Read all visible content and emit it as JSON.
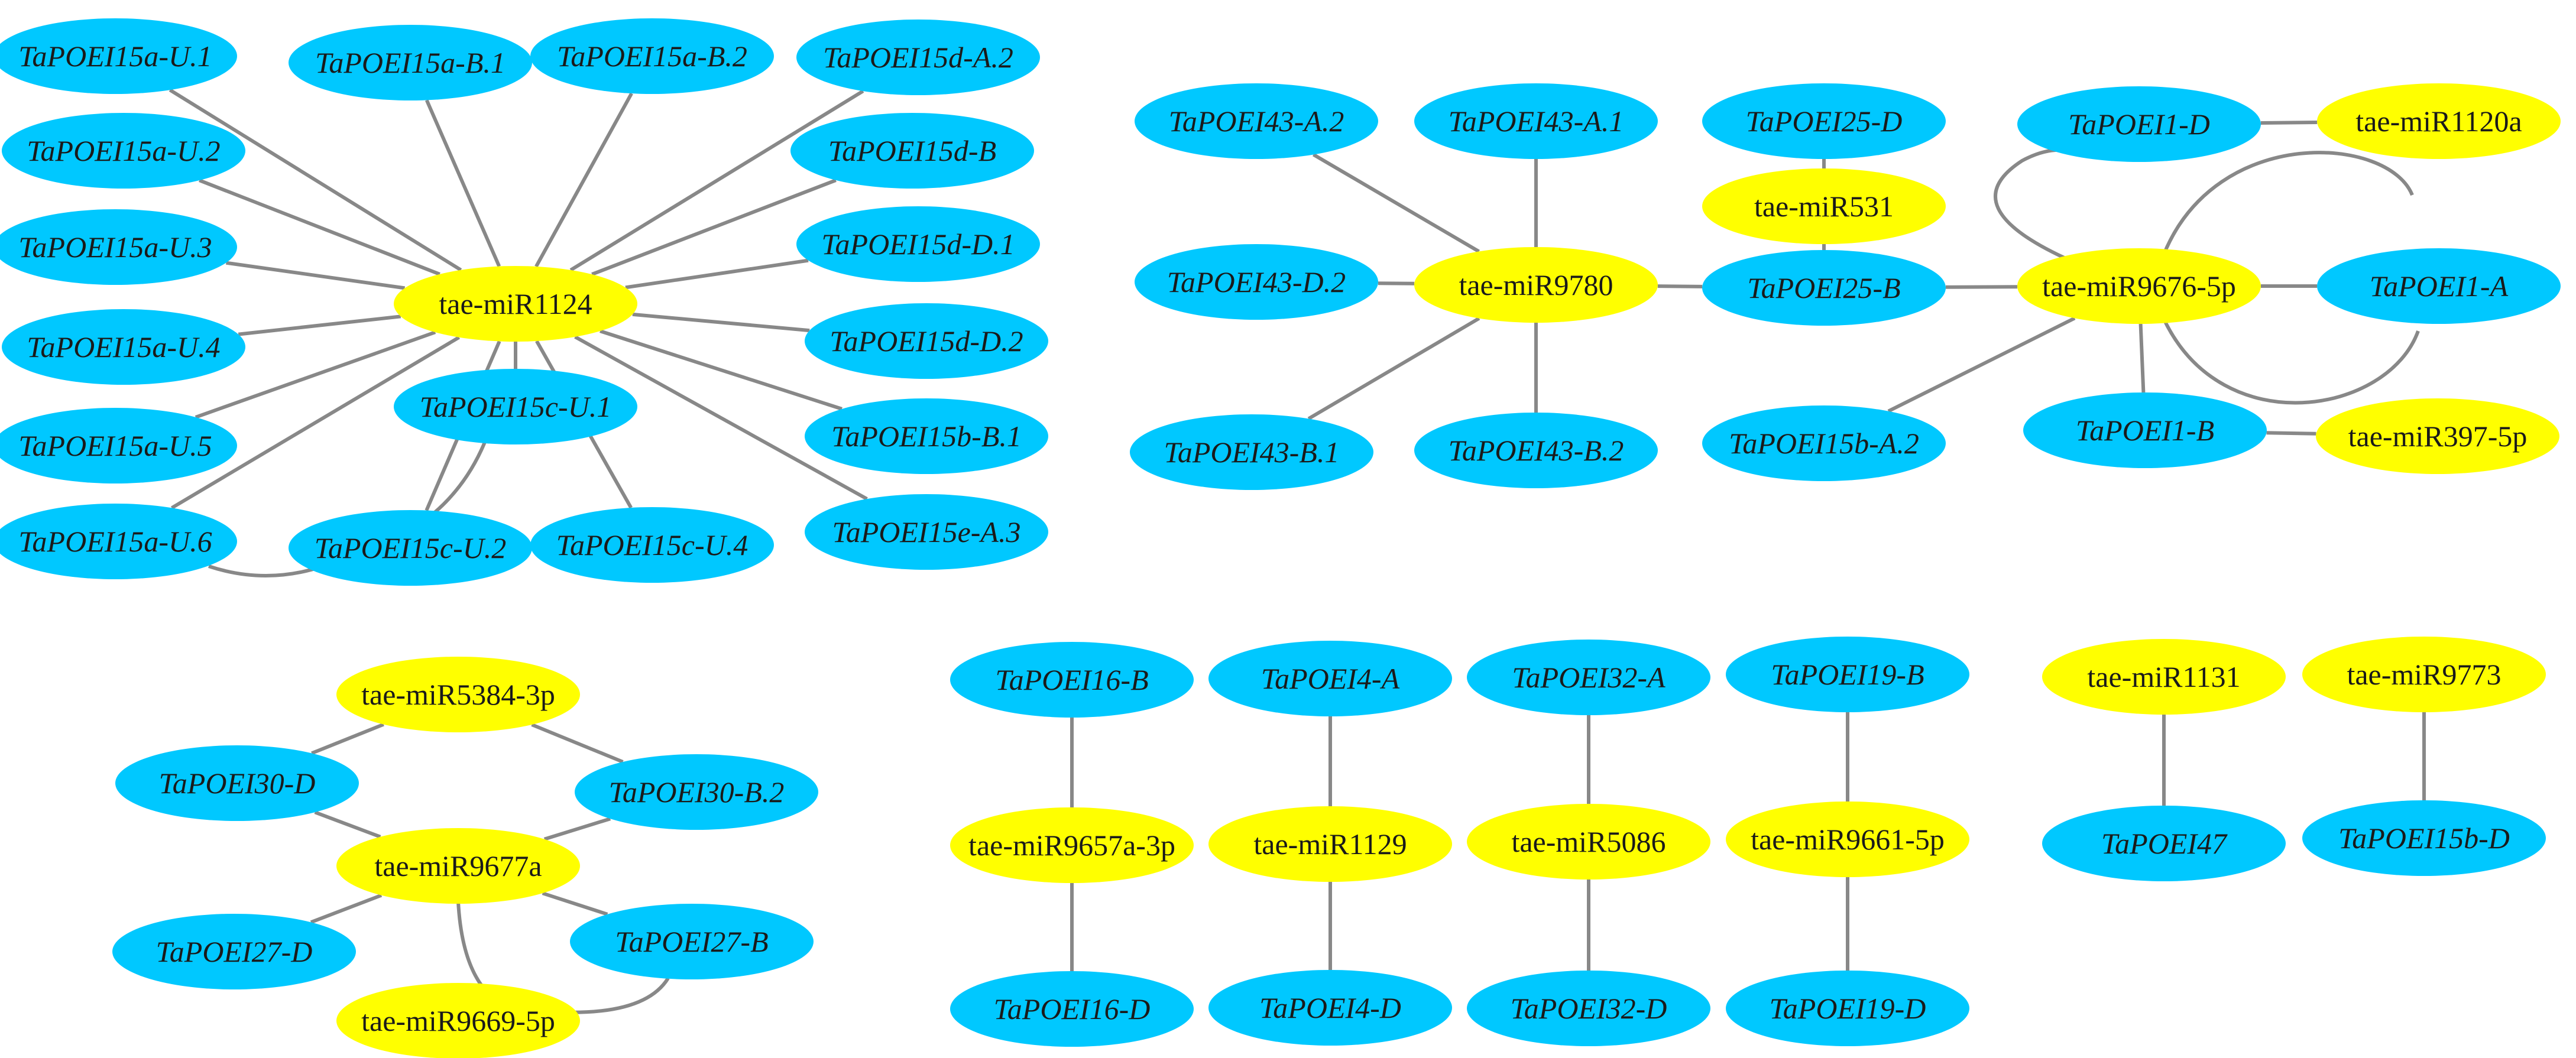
{
  "colors": {
    "gene_node": "#00c8ff",
    "mirna_node": "#ffff00",
    "edge": "#888888",
    "text": "#1a1a1a"
  },
  "nodes": [
    {
      "id": "n1",
      "label": "TaPOEI15a-U.1",
      "kind": "gene"
    },
    {
      "id": "n2",
      "label": "TaPOEI15a-B.1",
      "kind": "gene"
    },
    {
      "id": "n3",
      "label": "TaPOEI15a-B.2",
      "kind": "gene"
    },
    {
      "id": "n4",
      "label": "TaPOEI15d-A.2",
      "kind": "gene"
    },
    {
      "id": "n5",
      "label": "TaPOEI15a-U.2",
      "kind": "gene"
    },
    {
      "id": "n6",
      "label": "TaPOEI15d-B",
      "kind": "gene"
    },
    {
      "id": "n7",
      "label": "TaPOEI15a-U.3",
      "kind": "gene"
    },
    {
      "id": "n8",
      "label": "TaPOEI15d-D.1",
      "kind": "gene"
    },
    {
      "id": "n9",
      "label": "tae-miR1124",
      "kind": "mirna"
    },
    {
      "id": "n10",
      "label": "TaPOEI15a-U.4",
      "kind": "gene"
    },
    {
      "id": "n11",
      "label": "TaPOEI15d-D.2",
      "kind": "gene"
    },
    {
      "id": "n12",
      "label": "TaPOEI15c-U.1",
      "kind": "gene"
    },
    {
      "id": "n13",
      "label": "TaPOEI15a-U.5",
      "kind": "gene"
    },
    {
      "id": "n14",
      "label": "TaPOEI15b-B.1",
      "kind": "gene"
    },
    {
      "id": "n15",
      "label": "TaPOEI15a-U.6",
      "kind": "gene"
    },
    {
      "id": "n16",
      "label": "TaPOEI15c-U.2",
      "kind": "gene"
    },
    {
      "id": "n17",
      "label": "TaPOEI15c-U.4",
      "kind": "gene"
    },
    {
      "id": "n18",
      "label": "TaPOEI15e-A.3",
      "kind": "gene"
    },
    {
      "id": "n19",
      "label": "TaPOEI43-A.2",
      "kind": "gene"
    },
    {
      "id": "n20",
      "label": "TaPOEI43-A.1",
      "kind": "gene"
    },
    {
      "id": "n21",
      "label": "TaPOEI25-D",
      "kind": "gene"
    },
    {
      "id": "n22",
      "label": "TaPOEI1-D",
      "kind": "gene"
    },
    {
      "id": "n23",
      "label": "tae-miR1120a",
      "kind": "mirna"
    },
    {
      "id": "n24",
      "label": "tae-miR531",
      "kind": "mirna"
    },
    {
      "id": "n25",
      "label": "TaPOEI43-D.2",
      "kind": "gene"
    },
    {
      "id": "n26",
      "label": "tae-miR9780",
      "kind": "mirna"
    },
    {
      "id": "n27",
      "label": "TaPOEI25-B",
      "kind": "gene"
    },
    {
      "id": "n28",
      "label": "tae-miR9676-5p",
      "kind": "mirna"
    },
    {
      "id": "n29",
      "label": "TaPOEI1-A",
      "kind": "gene"
    },
    {
      "id": "n30",
      "label": "TaPOEI43-B.1",
      "kind": "gene"
    },
    {
      "id": "n31",
      "label": "TaPOEI43-B.2",
      "kind": "gene"
    },
    {
      "id": "n32",
      "label": "TaPOEI15b-A.2",
      "kind": "gene"
    },
    {
      "id": "n33",
      "label": "TaPOEI1-B",
      "kind": "gene"
    },
    {
      "id": "n34",
      "label": "tae-miR397-5p",
      "kind": "mirna"
    },
    {
      "id": "n35",
      "label": "tae-miR5384-3p",
      "kind": "mirna"
    },
    {
      "id": "n36",
      "label": "TaPOEI30-D",
      "kind": "gene"
    },
    {
      "id": "n37",
      "label": "TaPOEI30-B.2",
      "kind": "gene"
    },
    {
      "id": "n38",
      "label": "tae-miR9677a",
      "kind": "mirna"
    },
    {
      "id": "n39",
      "label": "TaPOEI27-D",
      "kind": "gene"
    },
    {
      "id": "n40",
      "label": "TaPOEI27-B",
      "kind": "gene"
    },
    {
      "id": "n41",
      "label": "tae-miR9669-5p",
      "kind": "mirna"
    },
    {
      "id": "n42",
      "label": "TaPOEI16-B",
      "kind": "gene"
    },
    {
      "id": "n43",
      "label": "TaPOEI4-A",
      "kind": "gene"
    },
    {
      "id": "n44",
      "label": "TaPOEI32-A",
      "kind": "gene"
    },
    {
      "id": "n45",
      "label": "TaPOEI19-B",
      "kind": "gene"
    },
    {
      "id": "n46",
      "label": "tae-miR1131",
      "kind": "mirna"
    },
    {
      "id": "n47",
      "label": "tae-miR9773",
      "kind": "mirna"
    },
    {
      "id": "n48",
      "label": "tae-miR9657a-3p",
      "kind": "mirna"
    },
    {
      "id": "n49",
      "label": "tae-miR1129",
      "kind": "mirna"
    },
    {
      "id": "n50",
      "label": "tae-miR5086",
      "kind": "mirna"
    },
    {
      "id": "n51",
      "label": "tae-miR9661-5p",
      "kind": "mirna"
    },
    {
      "id": "n52",
      "label": "TaPOEI47",
      "kind": "gene"
    },
    {
      "id": "n53",
      "label": "TaPOEI15b-D",
      "kind": "gene"
    },
    {
      "id": "n54",
      "label": "TaPOEI16-D",
      "kind": "gene"
    },
    {
      "id": "n55",
      "label": "TaPOEI4-D",
      "kind": "gene"
    },
    {
      "id": "n56",
      "label": "TaPOEI32-D",
      "kind": "gene"
    },
    {
      "id": "n57",
      "label": "TaPOEI19-D",
      "kind": "gene"
    }
  ],
  "edges": [
    {
      "source": "n9",
      "target": "n1"
    },
    {
      "source": "n9",
      "target": "n2"
    },
    {
      "source": "n9",
      "target": "n3"
    },
    {
      "source": "n9",
      "target": "n4"
    },
    {
      "source": "n9",
      "target": "n5"
    },
    {
      "source": "n9",
      "target": "n6"
    },
    {
      "source": "n9",
      "target": "n7"
    },
    {
      "source": "n9",
      "target": "n8"
    },
    {
      "source": "n9",
      "target": "n10"
    },
    {
      "source": "n9",
      "target": "n11"
    },
    {
      "source": "n9",
      "target": "n12"
    },
    {
      "source": "n9",
      "target": "n13"
    },
    {
      "source": "n9",
      "target": "n14"
    },
    {
      "source": "n9",
      "target": "n15"
    },
    {
      "source": "n9",
      "target": "n16"
    },
    {
      "source": "n9",
      "target": "n17"
    },
    {
      "source": "n9",
      "target": "n18"
    },
    {
      "source": "n12",
      "target": "n16"
    },
    {
      "source": "n15",
      "target": "n16"
    },
    {
      "source": "n26",
      "target": "n19"
    },
    {
      "source": "n26",
      "target": "n20"
    },
    {
      "source": "n26",
      "target": "n25"
    },
    {
      "source": "n26",
      "target": "n30"
    },
    {
      "source": "n26",
      "target": "n31"
    },
    {
      "source": "n26",
      "target": "n27"
    },
    {
      "source": "n21",
      "target": "n24"
    },
    {
      "source": "n24",
      "target": "n27"
    },
    {
      "source": "n27",
      "target": "n28"
    },
    {
      "source": "n28",
      "target": "n22"
    },
    {
      "source": "n22",
      "target": "n23"
    },
    {
      "source": "n28",
      "target": "n29"
    },
    {
      "source": "n28",
      "target": "n32"
    },
    {
      "source": "n28",
      "target": "n33"
    },
    {
      "source": "n33",
      "target": "n34"
    },
    {
      "source": "n35",
      "target": "n36"
    },
    {
      "source": "n35",
      "target": "n37"
    },
    {
      "source": "n38",
      "target": "n36"
    },
    {
      "source": "n38",
      "target": "n37"
    },
    {
      "source": "n38",
      "target": "n39"
    },
    {
      "source": "n38",
      "target": "n40"
    },
    {
      "source": "n38",
      "target": "n41"
    },
    {
      "source": "n41",
      "target": "n40"
    },
    {
      "source": "n42",
      "target": "n48"
    },
    {
      "source": "n48",
      "target": "n54"
    },
    {
      "source": "n43",
      "target": "n49"
    },
    {
      "source": "n49",
      "target": "n55"
    },
    {
      "source": "n44",
      "target": "n50"
    },
    {
      "source": "n50",
      "target": "n56"
    },
    {
      "source": "n45",
      "target": "n51"
    },
    {
      "source": "n51",
      "target": "n57"
    },
    {
      "source": "n46",
      "target": "n52"
    },
    {
      "source": "n47",
      "target": "n53"
    }
  ]
}
